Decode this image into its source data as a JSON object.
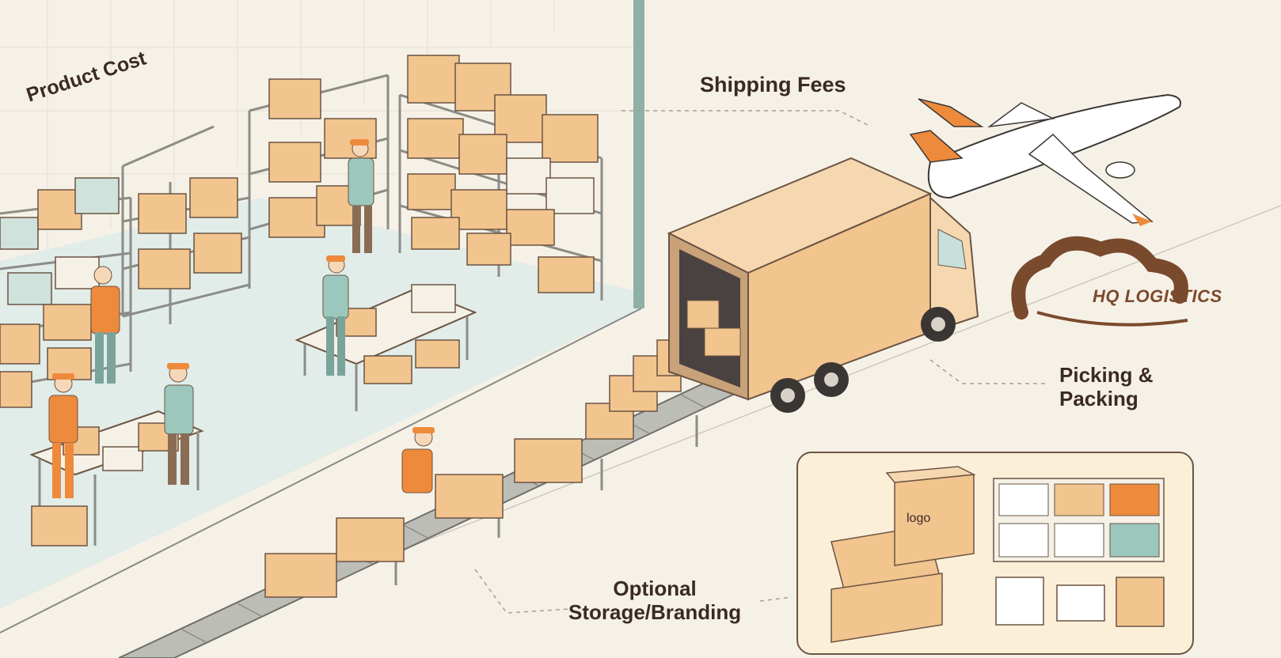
{
  "labels": {
    "product_cost": "Product Cost",
    "shipping_fees": "Shipping Fees",
    "picking_packing_line1": "Picking &",
    "picking_packing_line2": "Packing",
    "storage_line1": "Optional",
    "storage_line2": "Storage/Branding"
  },
  "brand": {
    "name": "HQ LOGISTICS"
  },
  "branding_panel": {
    "box_label": "logo"
  },
  "colors": {
    "background": "#f6f1e7",
    "cardboard": "#f2c48e",
    "cardboard_dark": "#dca06a",
    "orange_accent": "#ee8a3c",
    "teal_accent": "#9cc7bd",
    "brand_brown": "#7a4a2c",
    "floor": "#e2ece8"
  }
}
